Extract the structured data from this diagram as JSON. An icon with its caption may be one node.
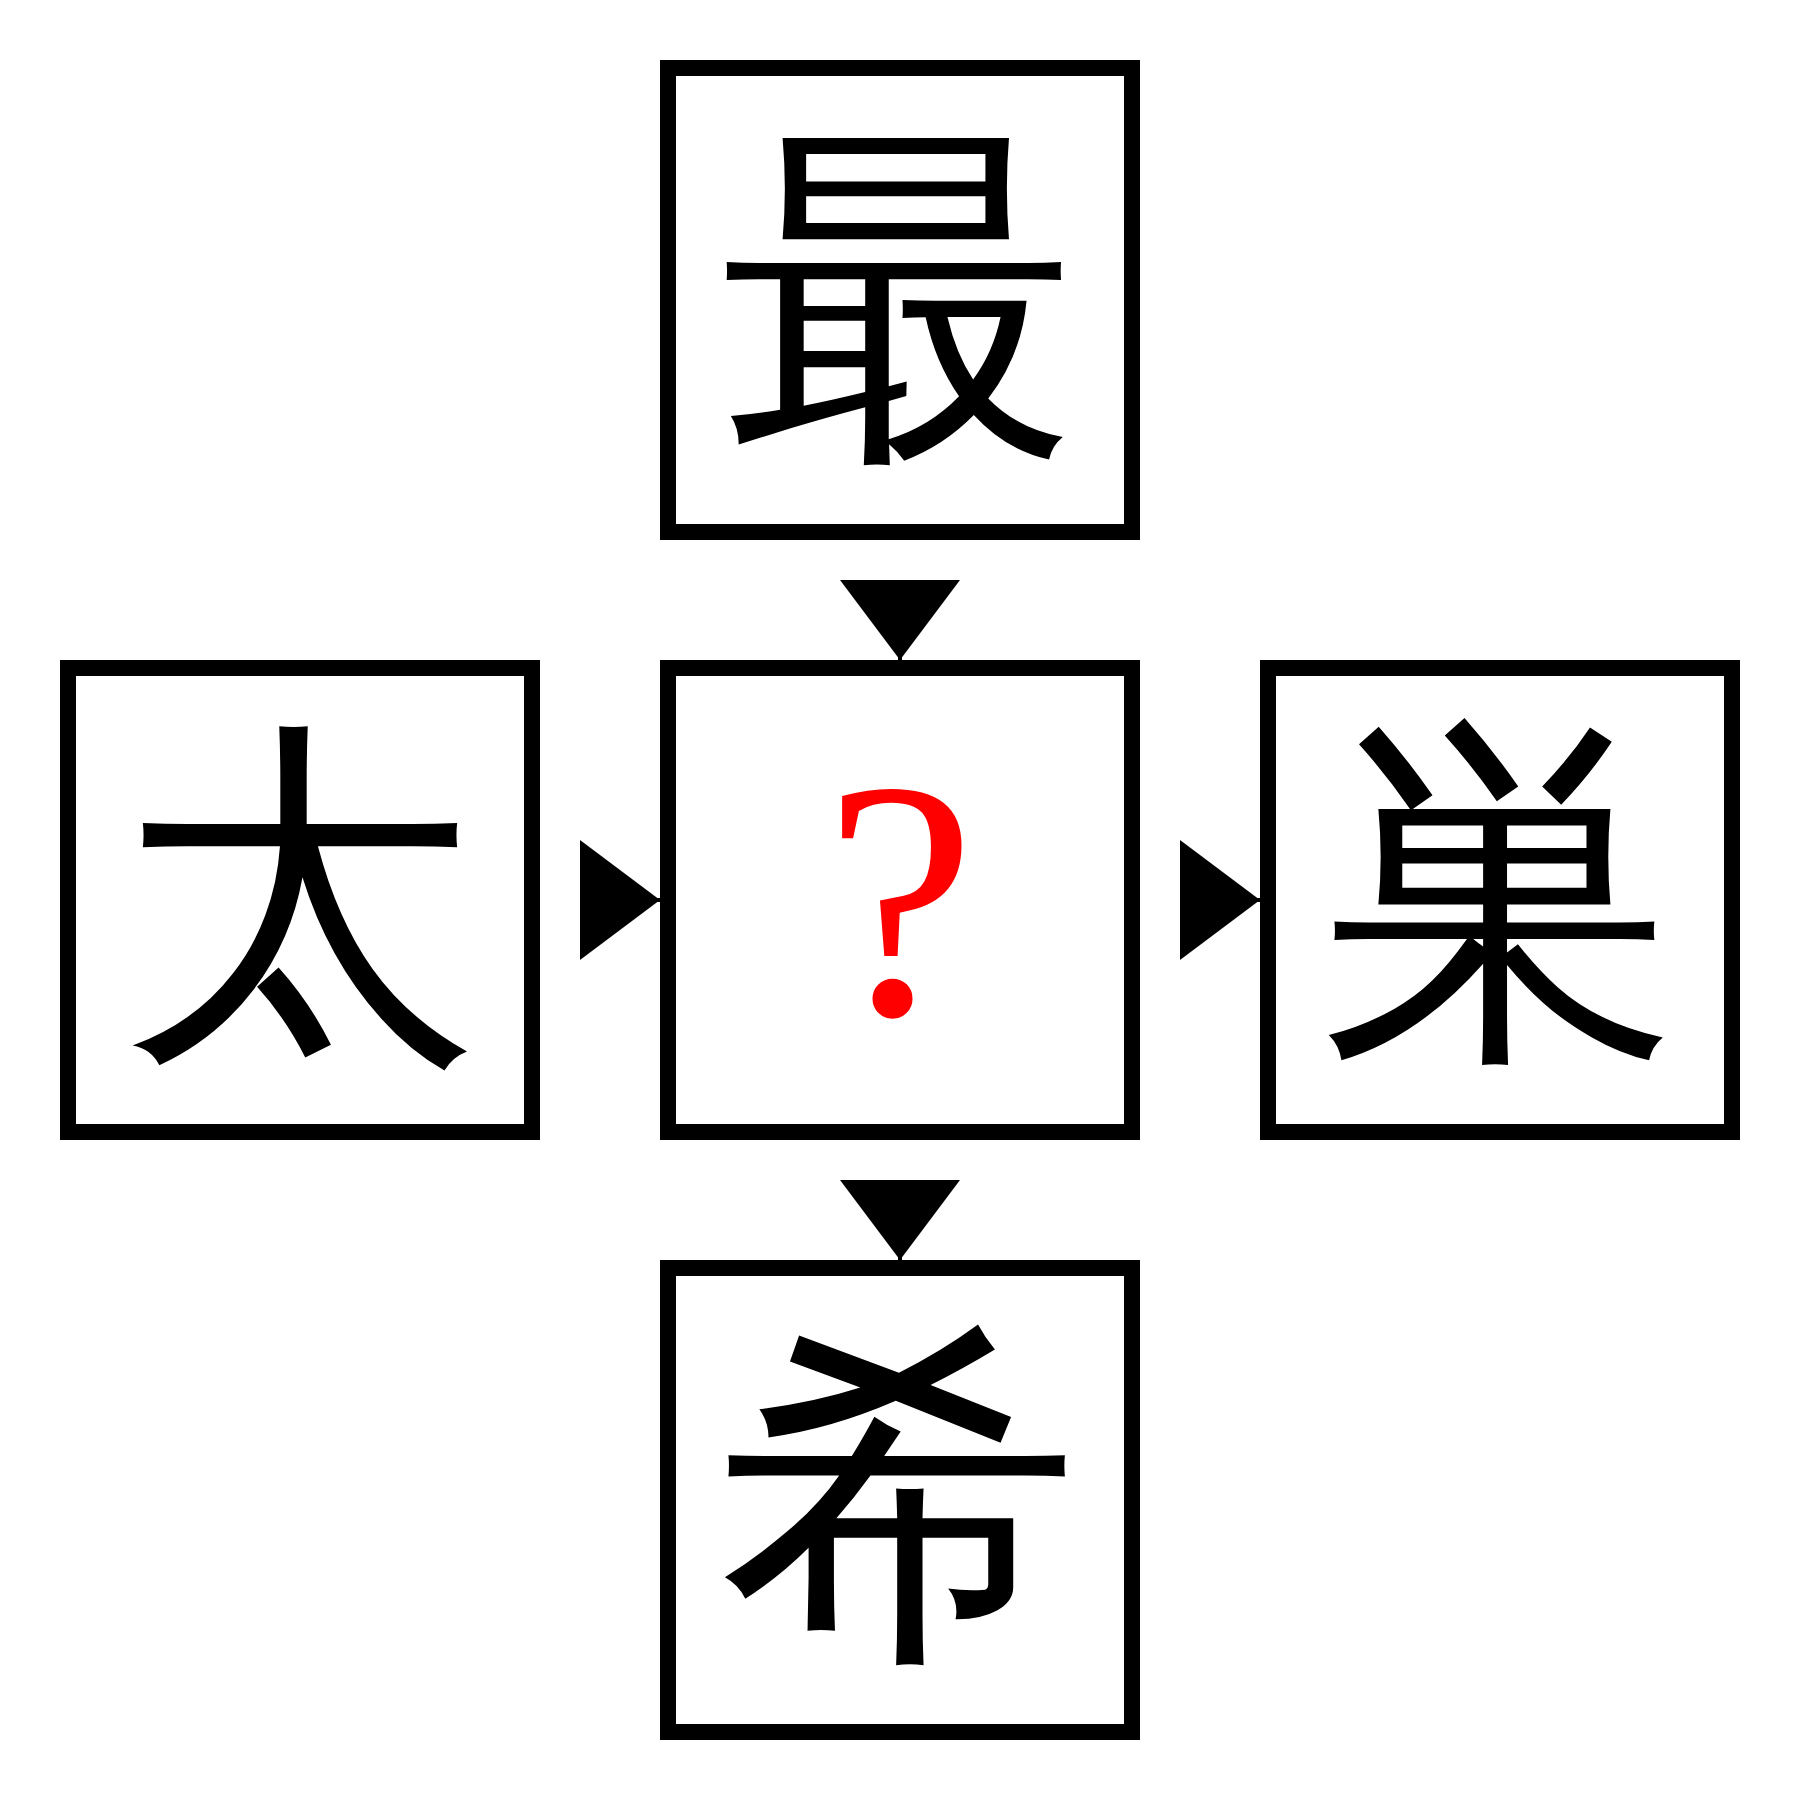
{
  "diagram": {
    "nodes": [
      {
        "text": [
          "最"
        ]
      },
      {
        "text": [
          "太"
        ]
      },
      {
        "text": [
          "?"
        ]
      },
      {
        "text": [
          "巣"
        ]
      },
      {
        "text": [
          "希"
        ]
      }
    ],
    "edges": [
      {
        "from": 0,
        "to": 2,
        "arrow": "to"
      },
      {
        "from": 1,
        "to": 2,
        "arrow": "to"
      },
      {
        "from": 2,
        "to": 3,
        "arrow": "to"
      },
      {
        "from": 2,
        "to": 4,
        "arrow": "to"
      }
    ]
  }
}
